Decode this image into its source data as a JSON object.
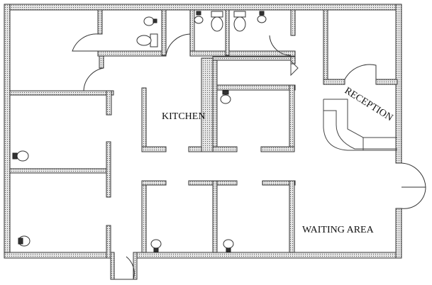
{
  "labels": {
    "kitchen": "KITCHEN",
    "reception": "RECEPTION",
    "waiting_area": "WAITING AREA"
  },
  "colors": {
    "wall_outline": "#333333",
    "wall_fill": "#d9d9d9",
    "background": "#ffffff"
  }
}
